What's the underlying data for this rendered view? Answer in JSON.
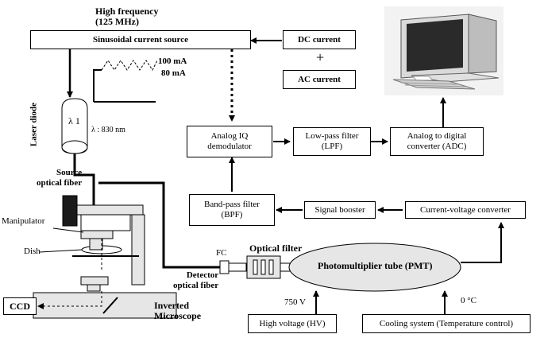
{
  "header": {
    "title": "High frequency\n(125 MHz)"
  },
  "boxes": {
    "sinusoidal": "Sinusoidal current source",
    "dc": "DC current",
    "ac": "AC current",
    "plus": "+",
    "iq": "Analog IQ\ndemodulator",
    "lpf": "Low-pass filter\n(LPF)",
    "adc": "Analog to digital\nconverter (ADC)",
    "bpf": "Band-pass filter\n(BPF)",
    "booster": "Signal booster",
    "cv": "Current-voltage converter",
    "hv": "High voltage (HV)",
    "cooling": "Cooling system (Temperature control)",
    "pmt": "Photomultiplier tube (PMT)",
    "ccd": "CCD"
  },
  "labels": {
    "current_100": "100 mA",
    "current_80": "80 mA",
    "lambda_symbol": "λ 1",
    "lambda_value": "λ : 830 nm",
    "laser_diode": "Laser diode",
    "source_fiber": "Source\noptical fiber",
    "manipulator": "Manipulator",
    "dish": "Dish",
    "inverted_microscope": "Inverted\nMicroscope",
    "detector_fiber": "Detector\noptical fiber",
    "fc": "FC",
    "optical_filter": "Optical filter",
    "voltage_750": "750 V",
    "temperature": "0 °C"
  }
}
